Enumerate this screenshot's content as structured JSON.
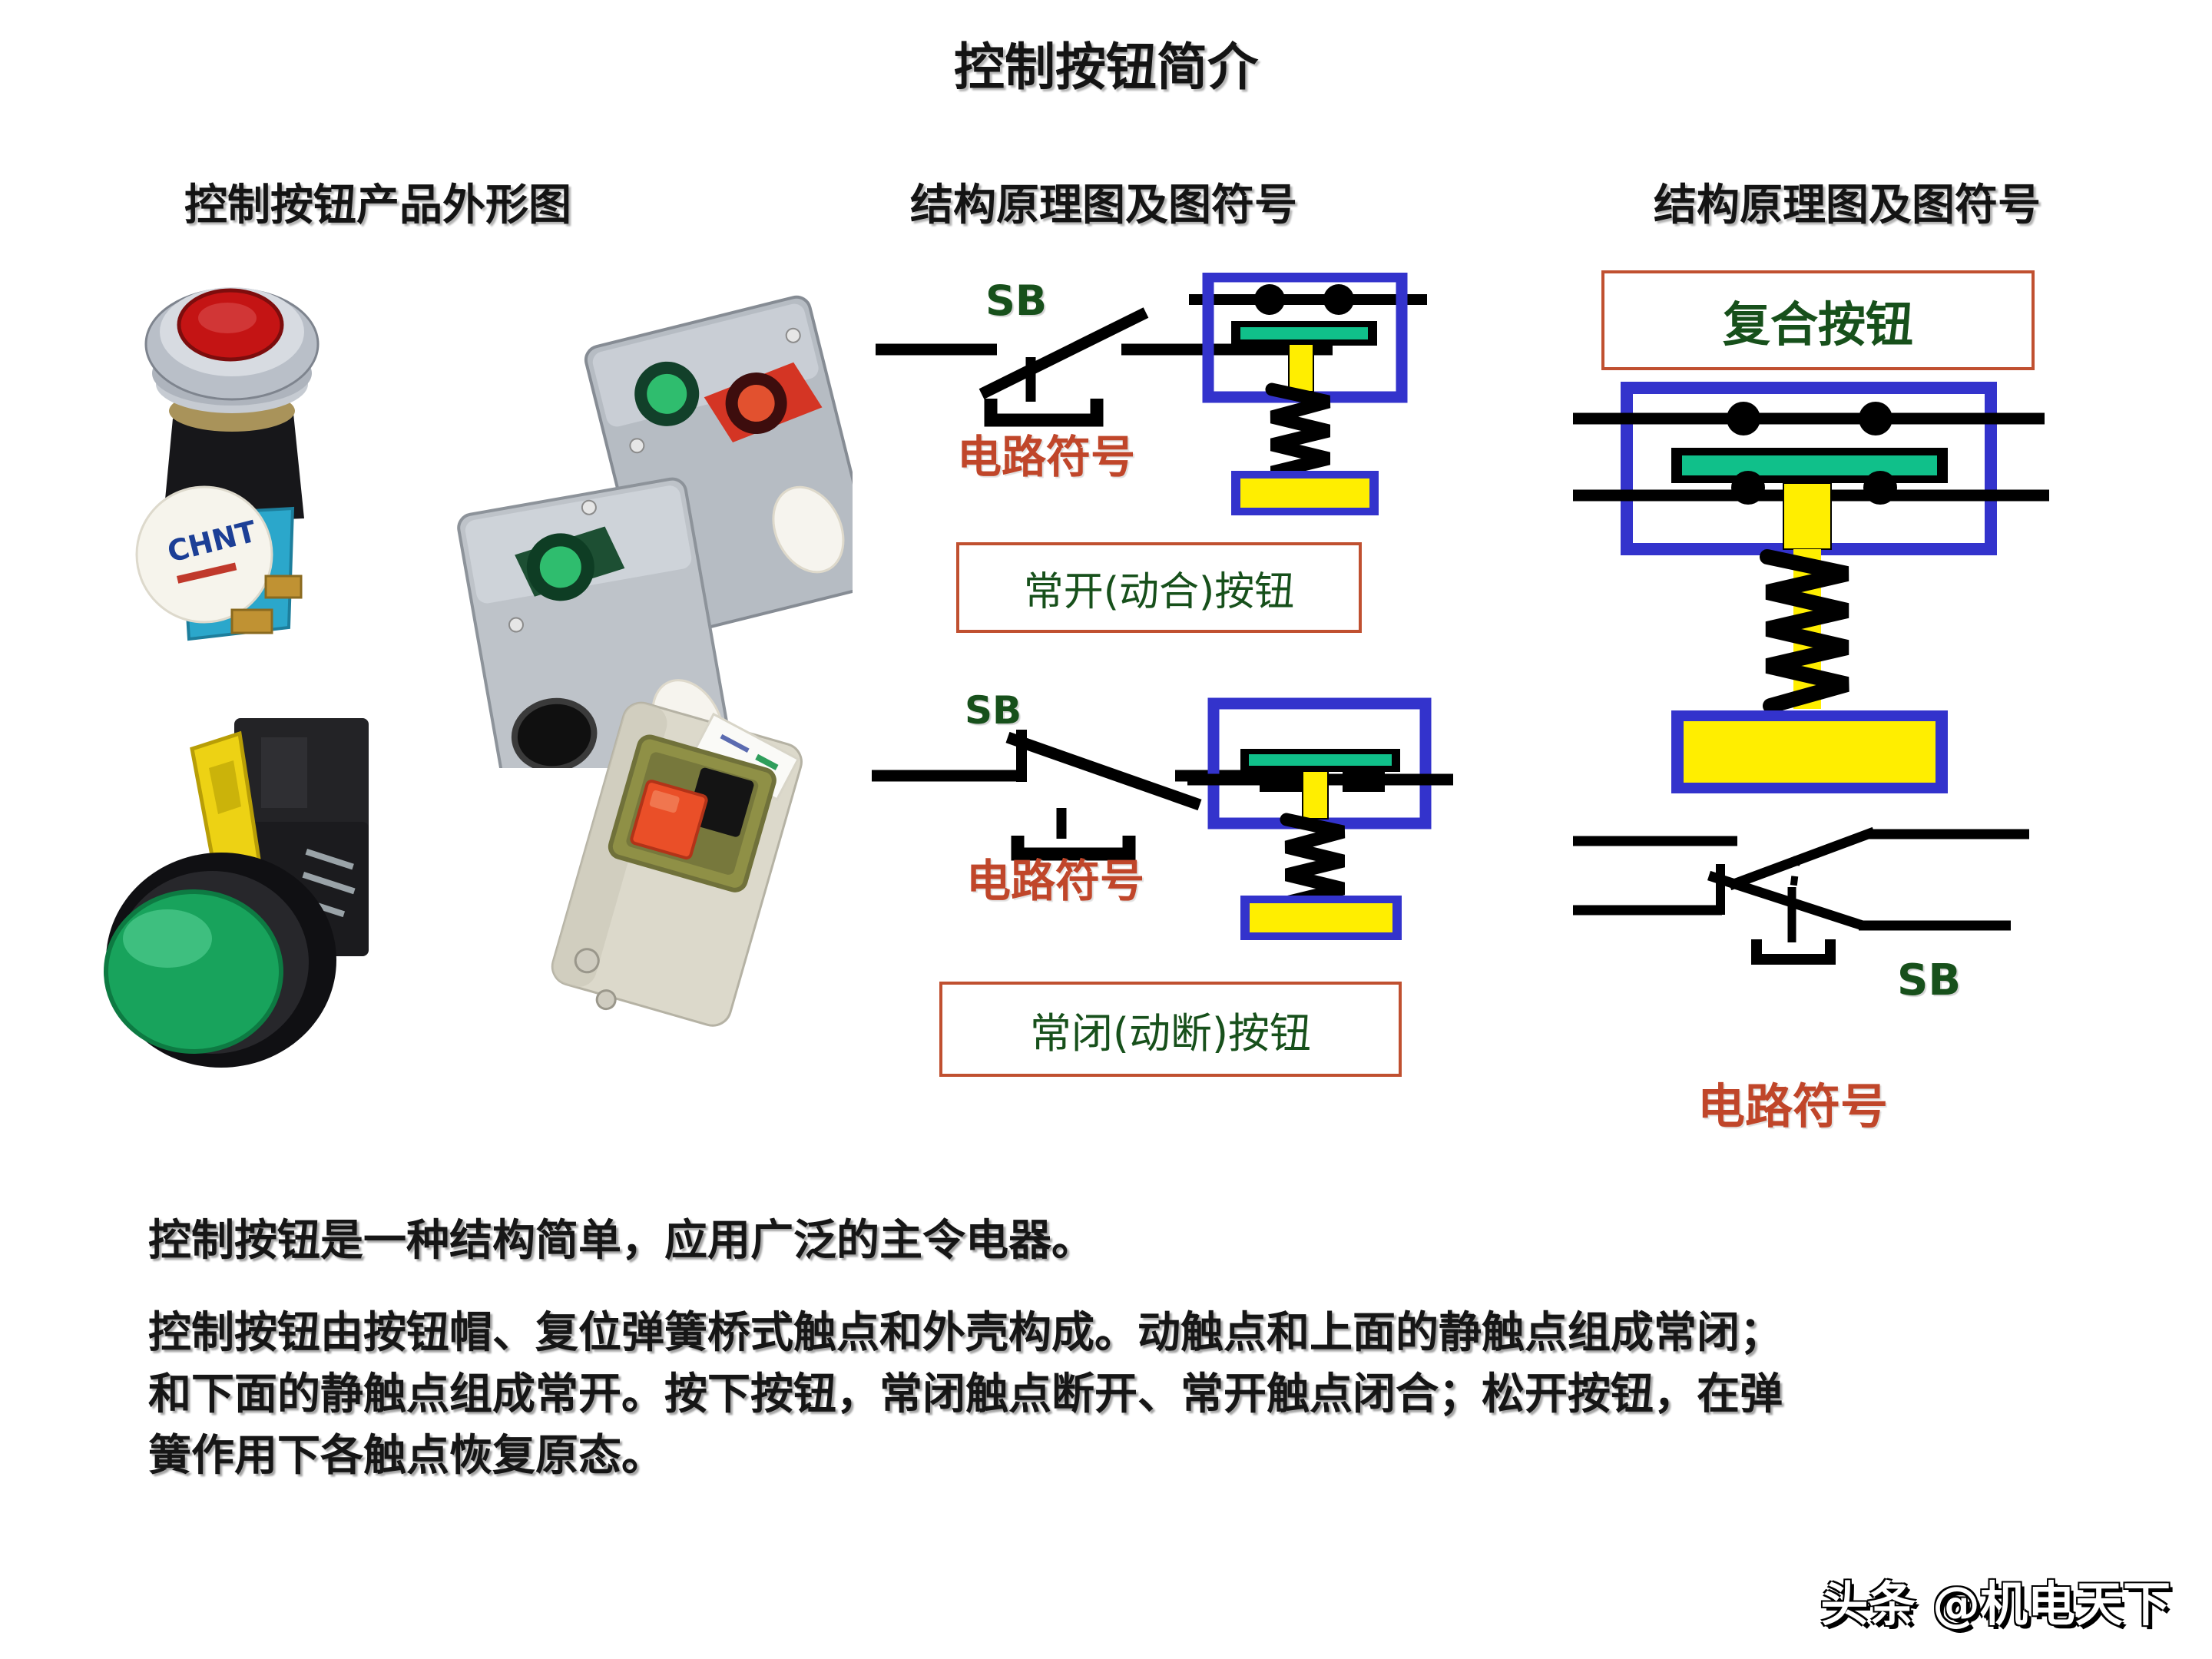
{
  "title": "控制按钮简介",
  "headers": {
    "left": "控制按钮产品外形图",
    "middle": "结构原理图及图符号",
    "right": "结构原理图及图符号"
  },
  "middle_column": {
    "sb1": "SB",
    "circuit1": "电路符号",
    "no_box": "常开(动合)按钮",
    "sb2": "SB",
    "circuit2": "电路符号",
    "nc_box": "常闭(动断)按钮"
  },
  "right_column": {
    "compound_box": "复合按钮",
    "sb": "SB",
    "circuit": "电路符号"
  },
  "photos": {
    "brand_label": "CHNT"
  },
  "paragraphs": {
    "p1": "控制按钮是一种结构简单，应用广泛的主令电器。",
    "p2_l1": "控制按钮由按钮帽、复位弹簧桥式触点和外壳构成。动触点和上面的静触点组成常闭；",
    "p2_l2": "和下面的静触点组成常开。按下按钮，常闭触点断开、常开触点闭合；松开按钮，在弹",
    "p2_l3": "簧作用下各触点恢复原态。"
  },
  "watermark": "头条 @机电天下",
  "colors": {
    "dark_green": "#17501b",
    "orange_red": "#c0462a",
    "label_border": "#c05030",
    "diagram_blue": "#3333cc",
    "contact_green": "#10c08a",
    "plunger_yellow": "#ffee00"
  }
}
